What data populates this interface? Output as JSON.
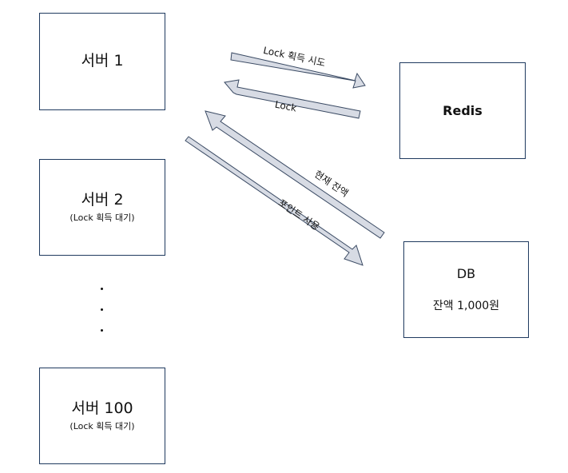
{
  "servers": [
    {
      "name": "서버 1",
      "note": ""
    },
    {
      "name": "서버 2",
      "note": "(Lock 획득 대기)"
    },
    {
      "name": "서버 100",
      "note": "(Lock 획득 대기)"
    }
  ],
  "redis": {
    "name": "Redis"
  },
  "db": {
    "name": "DB",
    "balance": "잔액 1,000원"
  },
  "arrows": {
    "lock_try": "Lock 획득 시도",
    "lock": "Lock",
    "current_balance": "현재 잔액",
    "point_use": "포인트 사용"
  },
  "colors": {
    "arrow_fill": "#d7dbe4",
    "arrow_stroke": "#3a4a63",
    "box_border": "#1f3a5f"
  }
}
